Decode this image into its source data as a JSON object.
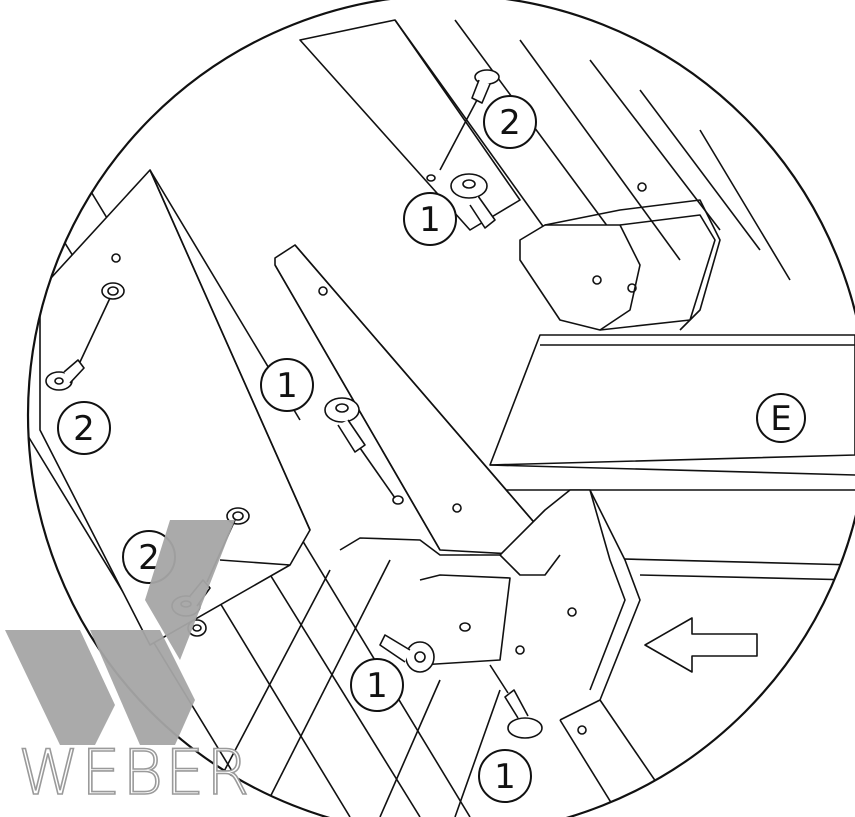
{
  "diagram": {
    "callouts": [
      {
        "id": "c1",
        "label": "2"
      },
      {
        "id": "c2",
        "label": "1"
      },
      {
        "id": "c3",
        "label": "1"
      },
      {
        "id": "c4",
        "label": "2"
      },
      {
        "id": "c5",
        "label": "2"
      },
      {
        "id": "c6",
        "label": "1"
      },
      {
        "id": "c7",
        "label": "1"
      }
    ],
    "part_label": "E"
  },
  "watermark": {
    "brand": "WEBER",
    "color": "#a6a6a6"
  }
}
